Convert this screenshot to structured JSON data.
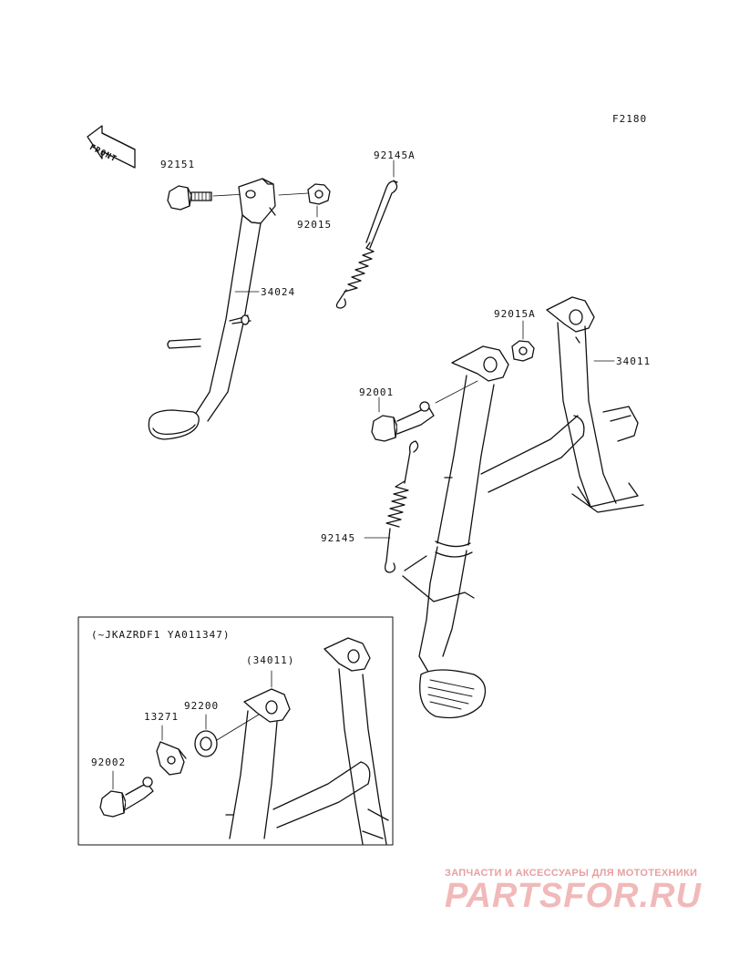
{
  "figure_code": "F2180",
  "front_arrow_label": "FRONT",
  "inset_note": "(~JKAZRDF1 YA011347)",
  "parts": {
    "bolt_sidestand": "92151",
    "spring_sidestand": "92145A",
    "nut_sidestand": "92015",
    "sidestand": "34024",
    "nut_mainstand": "92015A",
    "mainstand": "34011",
    "bolt_mainstand": "92001",
    "spring_mainstand": "92145",
    "mainstand_ref": "(34011)",
    "washer": "92200",
    "plate": "13271",
    "bolt_inset": "92002"
  },
  "watermark": {
    "line1": "ЗАПЧАСТИ И АКСЕССУАРЫ ДЛЯ МОТОТЕХНИКИ",
    "line2": "PARTSFOR.RU"
  }
}
